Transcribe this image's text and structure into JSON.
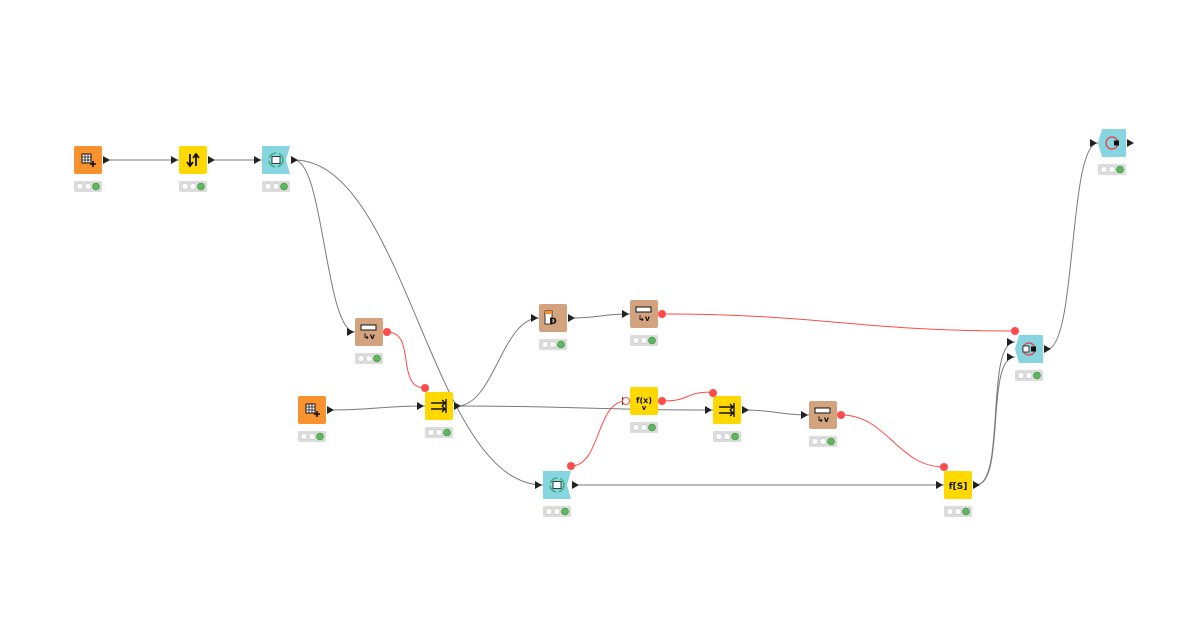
{
  "workflow": {
    "nodes": [
      {
        "id": "n1",
        "icon": "table-creator-icon",
        "category": "source",
        "color": "#f7922f",
        "shape": "square",
        "status": "executed"
      },
      {
        "id": "n2",
        "icon": "sort-arrows-icon",
        "category": "manipulator",
        "color": "#ffd800",
        "shape": "square",
        "status": "executed"
      },
      {
        "id": "n3",
        "icon": "chunk-loop-start-icon",
        "category": "loop-start",
        "color": "#86d5e0",
        "shape": "loop-start",
        "status": "executed"
      },
      {
        "id": "n4",
        "icon": "table-row-to-variable-icon",
        "category": "flow-control",
        "color": "#d3a27f",
        "shape": "square",
        "status": "executed"
      },
      {
        "id": "n5",
        "icon": "table-creator-icon",
        "category": "source",
        "color": "#f7922f",
        "shape": "square",
        "status": "executed"
      },
      {
        "id": "n6",
        "icon": "joiner-icon",
        "category": "manipulator",
        "color": "#ffd800",
        "shape": "square",
        "status": "executed"
      },
      {
        "id": "n7",
        "icon": "column-to-variable-icon",
        "category": "flow-control",
        "color": "#d3a27f",
        "shape": "square",
        "status": "executed"
      },
      {
        "id": "n8",
        "icon": "table-row-to-variable-icon",
        "category": "flow-control",
        "color": "#d3a27f",
        "shape": "square",
        "status": "executed"
      },
      {
        "id": "n9",
        "icon": "math-formula-variable-icon",
        "category": "manipulator",
        "color": "#ffd800",
        "shape": "square",
        "status": "executed"
      },
      {
        "id": "n10",
        "icon": "joiner-icon",
        "category": "manipulator",
        "color": "#ffd800",
        "shape": "square",
        "status": "executed"
      },
      {
        "id": "n11",
        "icon": "table-row-to-variable-icon",
        "category": "flow-control",
        "color": "#d3a27f",
        "shape": "square",
        "status": "executed"
      },
      {
        "id": "n12",
        "icon": "generic-loop-start-icon",
        "category": "loop-start",
        "color": "#86d5e0",
        "shape": "loop-start",
        "status": "executed"
      },
      {
        "id": "n13",
        "icon": "string-manipulation-icon",
        "category": "manipulator",
        "color": "#ffd800",
        "shape": "square",
        "status": "executed"
      },
      {
        "id": "n14",
        "icon": "loop-end-two-ports-icon",
        "category": "loop-end",
        "color": "#86d5e0",
        "shape": "loop-end",
        "status": "executed"
      },
      {
        "id": "n15",
        "icon": "loop-end-icon",
        "category": "loop-end",
        "color": "#86d5e0",
        "shape": "loop-end",
        "status": "executed"
      }
    ],
    "connections": [
      {
        "from": "n1",
        "to": "n2",
        "type": "data"
      },
      {
        "from": "n2",
        "to": "n3",
        "type": "data"
      },
      {
        "from": "n3",
        "to": "n4",
        "type": "data"
      },
      {
        "from": "n3",
        "to": "n12",
        "type": "data"
      },
      {
        "from": "n4",
        "to": "n6",
        "type": "variable"
      },
      {
        "from": "n5",
        "to": "n6",
        "type": "data"
      },
      {
        "from": "n6",
        "to": "n7",
        "type": "data"
      },
      {
        "from": "n6",
        "to": "n10",
        "type": "data"
      },
      {
        "from": "n7",
        "to": "n8",
        "type": "data"
      },
      {
        "from": "n8",
        "to": "n14",
        "type": "variable"
      },
      {
        "from": "n12",
        "to": "n9",
        "type": "variable"
      },
      {
        "from": "n9",
        "to": "n10",
        "type": "variable"
      },
      {
        "from": "n10",
        "to": "n11",
        "type": "data"
      },
      {
        "from": "n11",
        "to": "n13",
        "type": "variable"
      },
      {
        "from": "n12",
        "to": "n13",
        "type": "data"
      },
      {
        "from": "n13",
        "to": "n14",
        "type": "data",
        "port": 1
      },
      {
        "from": "n13",
        "to": "n14",
        "type": "data",
        "port": 2
      },
      {
        "from": "n14",
        "to": "n15",
        "type": "data"
      }
    ],
    "colors": {
      "data_edge": "#7a7a7a",
      "variable_edge": "#ff4b4b",
      "status_ok": "#5cb85c",
      "status_bg": "#dcdcdc"
    }
  }
}
